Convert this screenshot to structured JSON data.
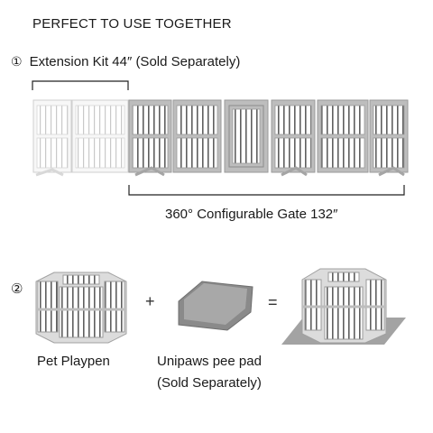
{
  "title": "PERFECT TO USE TOGETHER",
  "extension": {
    "number": "①",
    "label": "Extension Kit 44″ (Sold Separately)"
  },
  "gate": {
    "label": "360° Configurable Gate 132″"
  },
  "section2": {
    "number": "②",
    "plus": "+",
    "equals": "=",
    "playpen_caption": "Pet Playpen",
    "pad_caption_line1": "Unipaws pee pad",
    "pad_caption_line2": "(Sold Separately)"
  },
  "colors": {
    "white_panel": "#f7f7f7",
    "gray_panel": "#b9b9b9",
    "gray_dark": "#8c8c8c",
    "pad": "#8a8a8a",
    "pad_light": "#a8a8a8",
    "floor_pad": "#9f9f9f"
  }
}
